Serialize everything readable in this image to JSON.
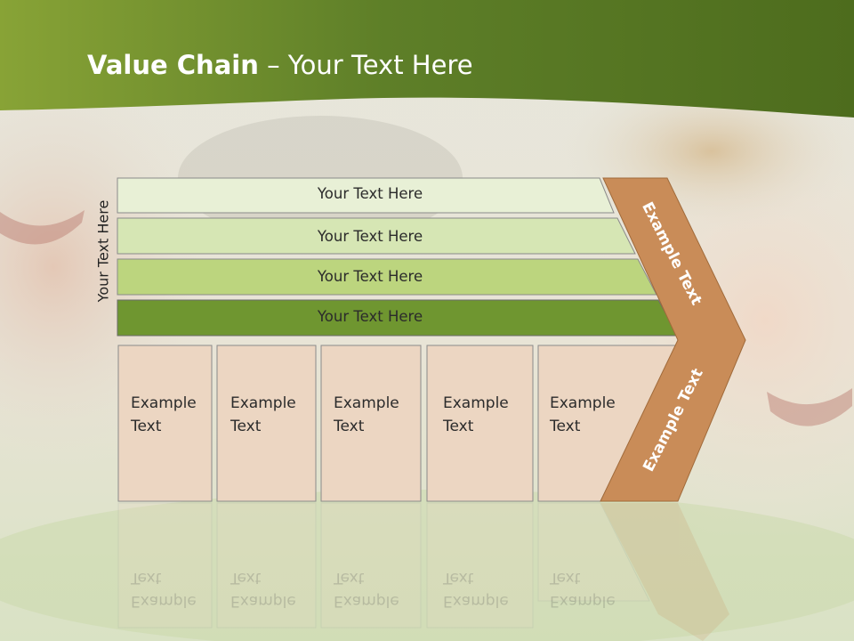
{
  "slide": {
    "title_bold": "Value Chain",
    "title_rest": " – Your Text Here",
    "side_label": "Your Text Here",
    "rows": [
      {
        "label": "Your Text Here",
        "fill": "#e8f0d6"
      },
      {
        "label": "Your Text Here",
        "fill": "#d6e6b4"
      },
      {
        "label": "Your Text Here",
        "fill": "#bcd57e"
      },
      {
        "label": "Your Text Here",
        "fill": "#6f9630"
      }
    ],
    "columns": [
      {
        "line1": "Example",
        "line2": "Text"
      },
      {
        "line1": "Example",
        "line2": "Text"
      },
      {
        "line1": "Example",
        "line2": "Text"
      },
      {
        "line1": "Example",
        "line2": "Text"
      },
      {
        "line1": "Example",
        "line2": "Text"
      }
    ],
    "chevron_upper": "Example Text",
    "chevron_lower": "Example Text"
  },
  "colors": {
    "header_green": "#5b7f25",
    "column_fill": "#ecd6c2",
    "chevron_fill": "#c98c58"
  }
}
